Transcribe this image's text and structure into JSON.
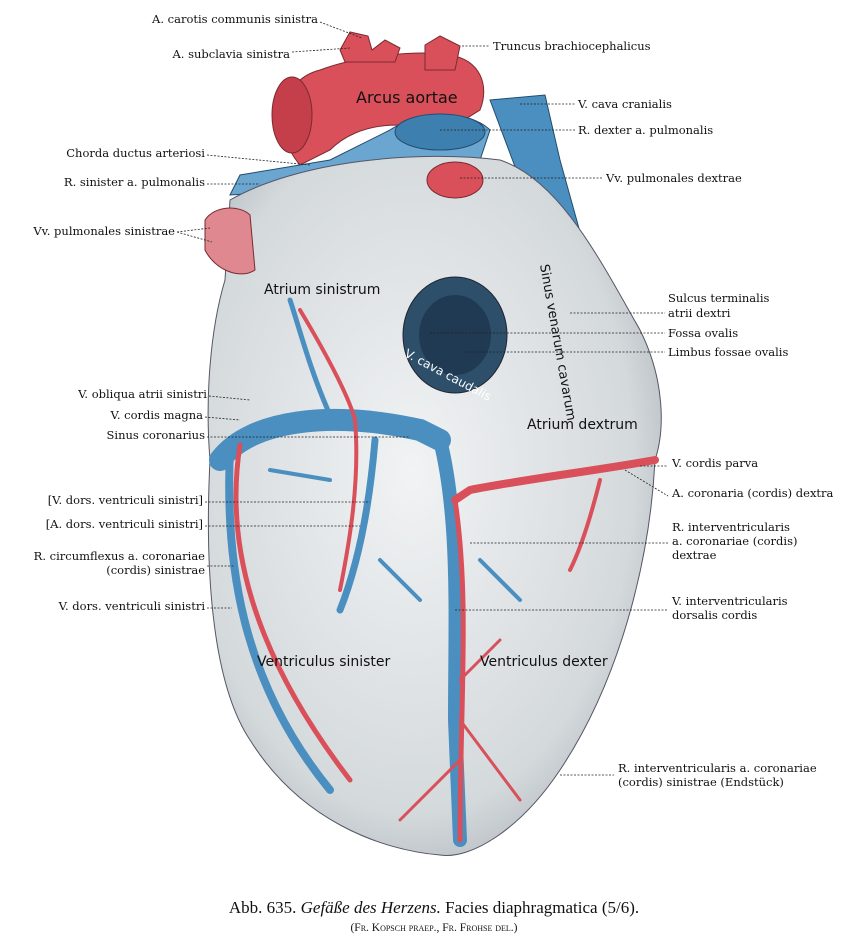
{
  "figure": {
    "caption_number": "Abb. 635.",
    "caption_title": "Gefäße des Herzens.",
    "caption_subtitle": "Facies diaphragmatica (5/6).",
    "credits": "(Fr. Kopsch praep., Fr. Frohse del.)"
  },
  "inline_labels": {
    "arcus_aortae": "Arcus aortae",
    "atrium_sinistrum": "Atrium sinistrum",
    "sinus_venarum": "Sinus venarum cavarum",
    "v_cava_caudalis": "V. cava caudalis",
    "atrium_dextrum": "Atrium dextrum",
    "ventriculus_sinister": "Ventriculus sinister",
    "ventriculus_dexter": "Ventriculus dexter"
  },
  "left_labels": [
    "A. carotis communis sinistra",
    "A. subclavia sinistra",
    "Chorda ductus arteriosi",
    "R. sinister a. pulmonalis",
    "Vv. pulmonales sinistrae",
    "V. obliqua atrii sinistri",
    "V. cordis magna",
    "Sinus coronarius",
    "[V. dors. ventriculi sinistri]",
    "[A. dors. ventriculi sinistri]",
    "R. circumflexus a. coronariae",
    "(cordis) sinistrae",
    "V. dors. ventriculi sinistri"
  ],
  "right_labels": [
    "Truncus brachiocephalicus",
    "V. cava cranialis",
    "R. dexter a. pulmonalis",
    "Vv. pulmonales dextrae",
    "Sulcus terminalis",
    "atrii dextri",
    "Fossa ovalis",
    "Limbus fossae ovalis",
    "V. cordis parva",
    "A. coronaria (cordis) dextra",
    "R. interventricularis",
    "a. coronariae (cordis)",
    "dextrae",
    "V. interventricularis",
    "dorsalis cordis",
    "R. interventricularis a. coronariae",
    "(cordis) sinistrae (Endstück)"
  ],
  "colors": {
    "artery": "#d9505a",
    "vein": "#4a8fc0",
    "heart": "#dfe3e6"
  }
}
